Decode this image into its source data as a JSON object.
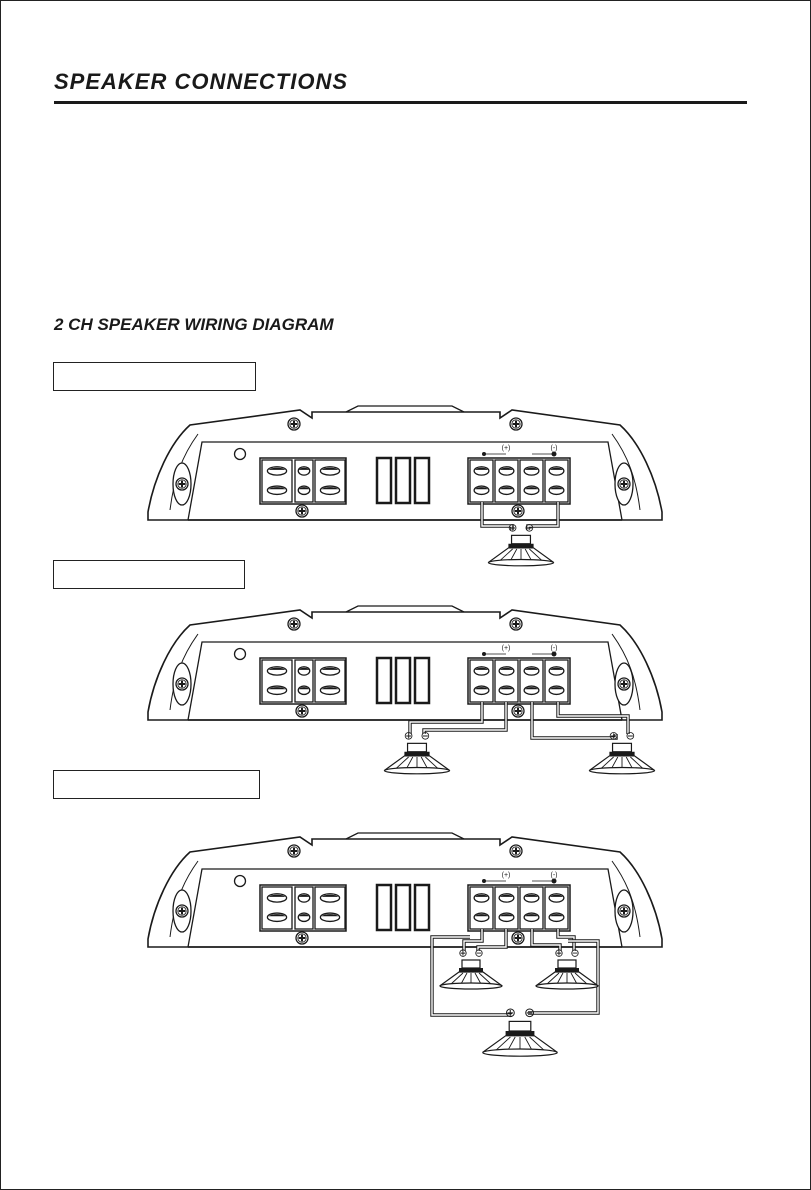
{
  "page": {
    "title": "SPEAKER CONNECTIONS",
    "subtitle": "2 CH SPEAKER WIRING DIAGRAM"
  },
  "diagrams": [
    {
      "label": "",
      "polarity_left": "(+)",
      "polarity_right": "(-)",
      "speaker_count": 1
    },
    {
      "label": "",
      "polarity_left": "(+)",
      "polarity_right": "(-)",
      "speaker_count": 2
    },
    {
      "label": "",
      "polarity_left": "(+)",
      "polarity_right": "(-)",
      "speaker_count": 3
    }
  ],
  "colors": {
    "line": "#1a1a1a",
    "background": "#ffffff"
  }
}
